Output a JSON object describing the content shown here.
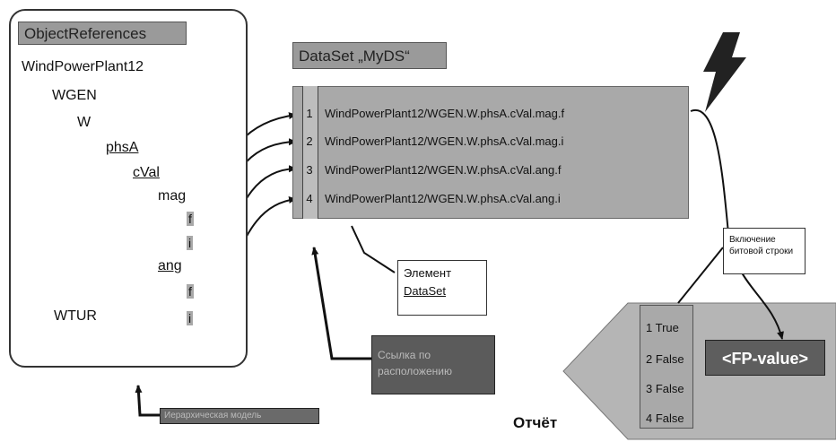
{
  "object_references": {
    "title": "ObjectReferences",
    "root": "WindPowerPlant12",
    "nodes": {
      "wgen": "WGEN",
      "w": "W",
      "phsa": "phsA",
      "cval": "cVal",
      "mag": "mag",
      "mag_f": "f",
      "mag_i": "i",
      "ang": "ang",
      "ang_f": "f",
      "ang_i": "i",
      "wtur": "WTUR"
    }
  },
  "dataset": {
    "title": "DataSet „MyDS“",
    "rows": [
      {
        "num": "1",
        "ref": "WindPowerPlant12/WGEN.W.phsA.cVal.mag.f"
      },
      {
        "num": "2",
        "ref": "WindPowerPlant12/WGEN.W.phsA.cVal.mag.i"
      },
      {
        "num": "3",
        "ref": "WindPowerPlant12/WGEN.W.phsA.cVal.ang.f"
      },
      {
        "num": "4",
        "ref": "WindPowerPlant12/WGEN.W.phsA.cVal.ang.i"
      }
    ]
  },
  "element_label": {
    "line1": "Элемент",
    "line2": "DataSet"
  },
  "location_ref_label": {
    "line1": "Ссылка по",
    "line2": "расположению"
  },
  "bottom_ref_label": "Иерархическая модель",
  "bitstring_label": {
    "line1": "Включение",
    "line2": "битовой строки"
  },
  "report": {
    "label": "Отчёт",
    "flags": [
      "1 True",
      "2 False",
      "3 False",
      "4 False"
    ],
    "value": "<FP-value>"
  },
  "colors": {
    "panel_gray": "#a9a9a9",
    "dark_gray": "#5e5e5e",
    "report_shape": "#b5b5b5",
    "line": "#111111"
  }
}
